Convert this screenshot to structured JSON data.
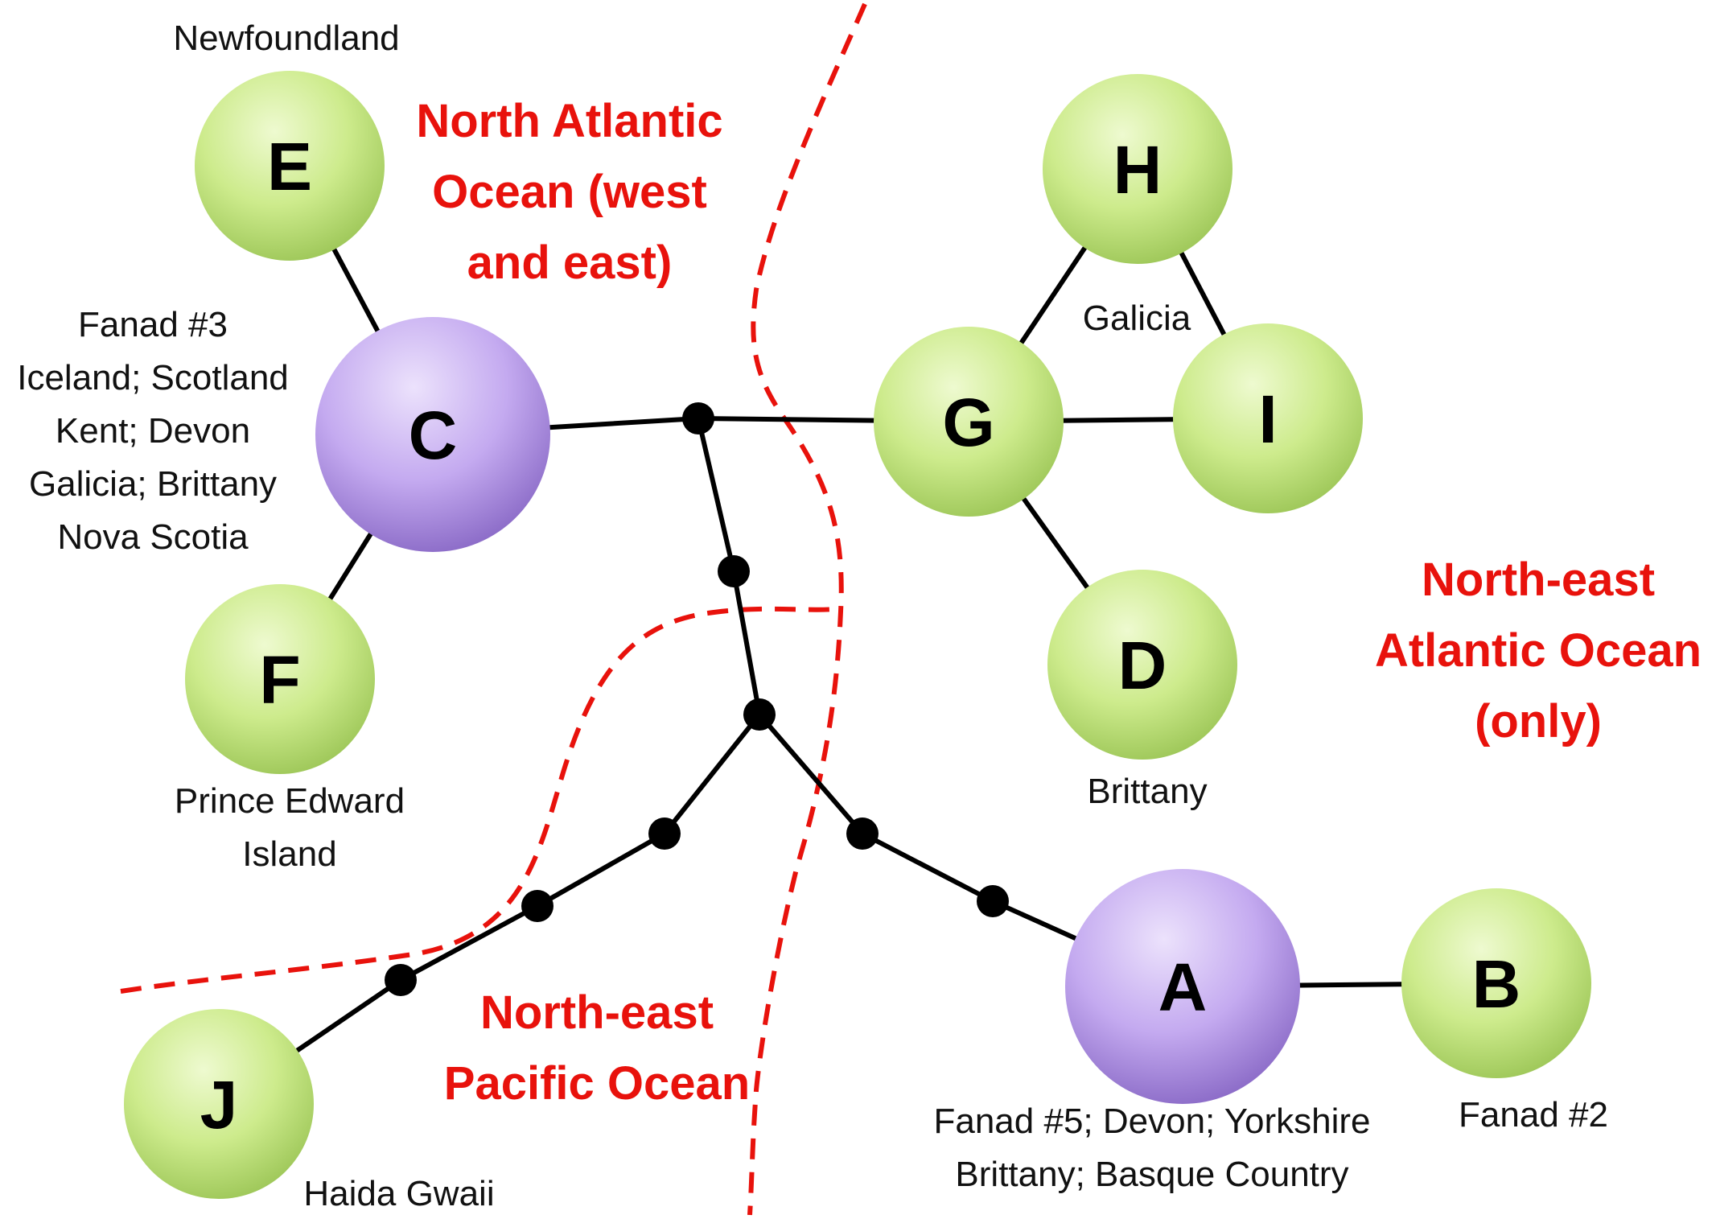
{
  "colors": {
    "boundary": "#e8120c",
    "region_text": "#e8120c",
    "green_node_light": "#eefad0",
    "green_node_mid": "#cdeb8c",
    "green_node_dark": "#9fc85a",
    "purple_node_light": "#ece2fc",
    "purple_node_mid": "#c4aaf0",
    "purple_node_dark": "#8c6cc8",
    "edge": "#000000",
    "median_vector": "#000000"
  },
  "regions": {
    "north_atlantic": [
      "North Atlantic",
      "Ocean (west",
      "and east)"
    ],
    "northeast_atlantic": [
      "North-east",
      "Atlantic Ocean",
      "(only)"
    ],
    "northeast_pacific": [
      "North-east",
      "Pacific Ocean"
    ]
  },
  "nodes": {
    "A": {
      "letter": "A",
      "kind": "purple",
      "labels": [
        "Fanad #5; Devon; Yorkshire",
        "Brittany; Basque Country"
      ]
    },
    "B": {
      "letter": "B",
      "kind": "green",
      "labels": [
        "Fanad #2"
      ]
    },
    "C": {
      "letter": "C",
      "kind": "purple",
      "labels": [
        "Fanad #3",
        "Iceland; Scotland",
        "Kent; Devon",
        "Galicia; Brittany",
        "Nova Scotia"
      ]
    },
    "D": {
      "letter": "D",
      "kind": "green",
      "labels": [
        "Brittany"
      ]
    },
    "E": {
      "letter": "E",
      "kind": "green",
      "labels": [
        "Newfoundland"
      ]
    },
    "F": {
      "letter": "F",
      "kind": "green",
      "labels": [
        "Prince Edward",
        "Island"
      ]
    },
    "G": {
      "letter": "G",
      "kind": "green",
      "labels": []
    },
    "H": {
      "letter": "H",
      "kind": "green",
      "labels": []
    },
    "I": {
      "letter": "I",
      "kind": "green",
      "labels": []
    },
    "J": {
      "letter": "J",
      "kind": "green",
      "labels": [
        "Haida Gwaii"
      ]
    }
  },
  "shared_labels": {
    "H_I_G_triangle": [
      "Galicia"
    ]
  },
  "edges": [
    [
      "C",
      "E"
    ],
    [
      "C",
      "F"
    ],
    [
      "C",
      "v1"
    ],
    [
      "v1",
      "G"
    ],
    [
      "G",
      "H"
    ],
    [
      "G",
      "I"
    ],
    [
      "H",
      "I"
    ],
    [
      "G",
      "D"
    ],
    [
      "v1",
      "v2"
    ],
    [
      "v2",
      "v3"
    ],
    [
      "v3",
      "v4"
    ],
    [
      "v4",
      "v5"
    ],
    [
      "v5",
      "v6"
    ],
    [
      "v6",
      "J"
    ],
    [
      "v3",
      "v7"
    ],
    [
      "v7",
      "v8"
    ],
    [
      "v8",
      "A"
    ],
    [
      "A",
      "B"
    ]
  ]
}
